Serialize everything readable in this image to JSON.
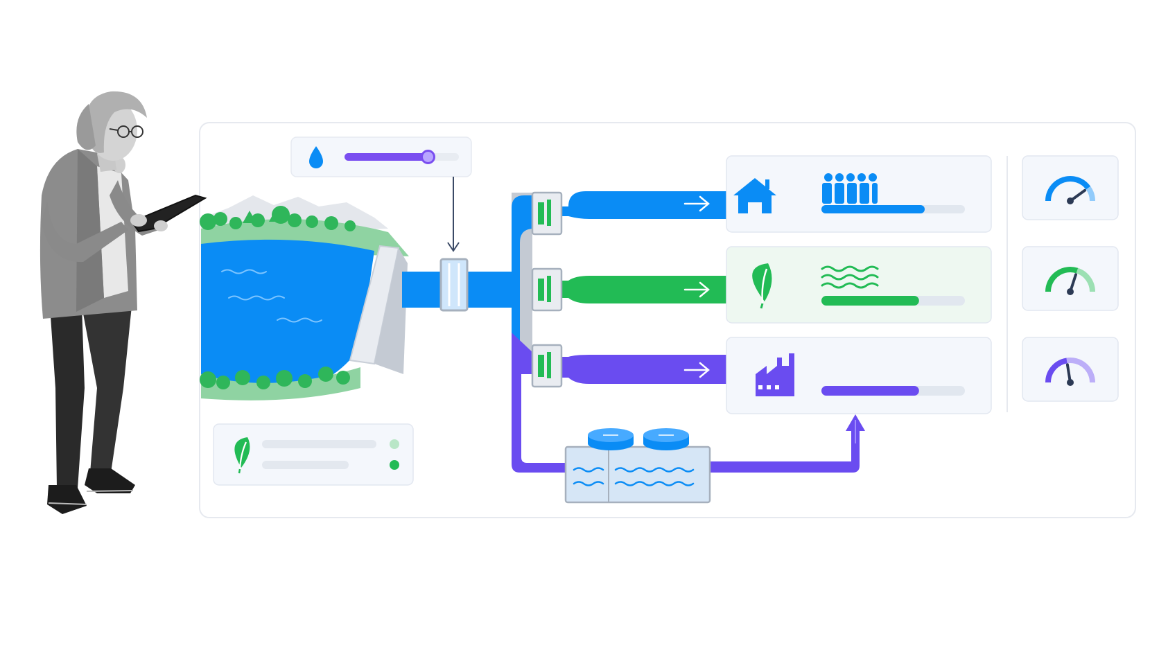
{
  "colors": {
    "water": "#0a8cf5",
    "environment": "#22bb55",
    "industry": "#6a4cf0",
    "panel_bg": "#f4f7fc",
    "panel_border": "#e2e7f0",
    "gauge_needle": "#2c3a55"
  },
  "reservoir": {
    "level_fraction": 0.73
  },
  "allocations": [
    {
      "id": "residential",
      "icons": [
        "house-icon",
        "community-icon"
      ],
      "color": "#0a8cf5",
      "bar_fraction": 0.72,
      "gauge_fraction": 0.8
    },
    {
      "id": "environmental",
      "icons": [
        "leaf-icon",
        "water-waves-icon"
      ],
      "color": "#22bb55",
      "bar_fraction": 0.68,
      "gauge_fraction": 0.6
    },
    {
      "id": "industrial",
      "icons": [
        "factory-icon"
      ],
      "color": "#6a4cf0",
      "bar_fraction": 0.68,
      "gauge_fraction": 0.45
    }
  ],
  "eco_status": {
    "icon": "leaf-icon",
    "indicators": [
      "#b9e6c7",
      "#22bb55"
    ]
  }
}
